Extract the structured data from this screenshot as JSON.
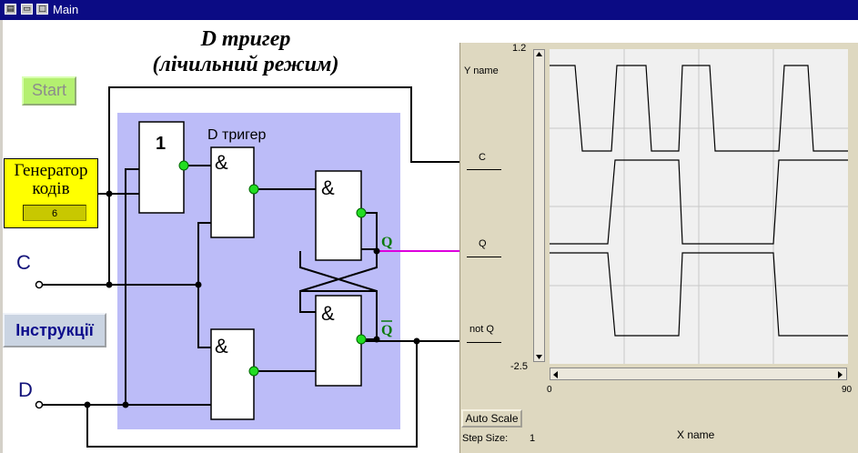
{
  "window": {
    "title": "Main",
    "icons": [
      "document-icon",
      "restore-icon",
      "maximize-icon"
    ]
  },
  "header": {
    "title_line1": "D тригер",
    "title_line2": "(лічильний режим)"
  },
  "controls": {
    "start_label": "Start",
    "generator_label": "Генератор кодів",
    "generator_value": "6",
    "instructions_label": "Інструкції",
    "input_c_label": "C",
    "input_d_label": "D"
  },
  "circuit": {
    "block_title": "D тригер",
    "or_gate_label": "1",
    "and_gate_label": "&",
    "output_q_label": "Q",
    "output_notq_label": "Q",
    "colors": {
      "panel": "#bcbcf8",
      "node_active": "#22dd22",
      "q_wire": "#dd00dd"
    }
  },
  "scope": {
    "y_max": "1.2",
    "y_min": "-2.5",
    "y_name": "Y name",
    "channels": [
      "C",
      "Q",
      "not Q"
    ],
    "x_min": "0",
    "x_max": "90",
    "x_name": "X name",
    "auto_scale_label": "Auto Scale",
    "step_size_label": "Step Size:",
    "step_size_value": "1"
  }
}
